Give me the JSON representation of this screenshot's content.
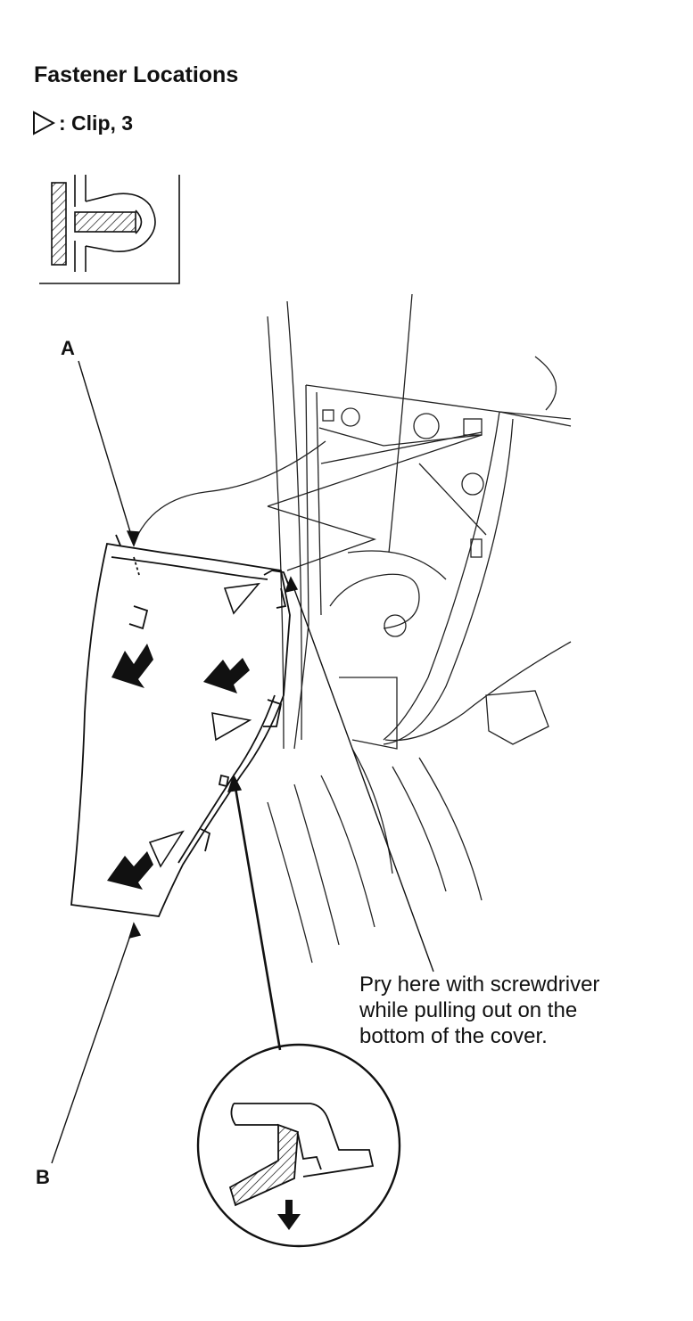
{
  "heading": "Fastener Locations",
  "legend": {
    "symbol_icon": "triangle-clip-icon",
    "label": ": Clip, 3"
  },
  "callouts": {
    "a": "A",
    "b": "B"
  },
  "instruction": "Pry here with screwdriver\nwhile pulling out on the\nbottom of the cover.",
  "icons": [
    "triangle-clip-icon",
    "clip-detail-icon",
    "pull-direction-arrow-icon",
    "down-arrow-icon"
  ]
}
